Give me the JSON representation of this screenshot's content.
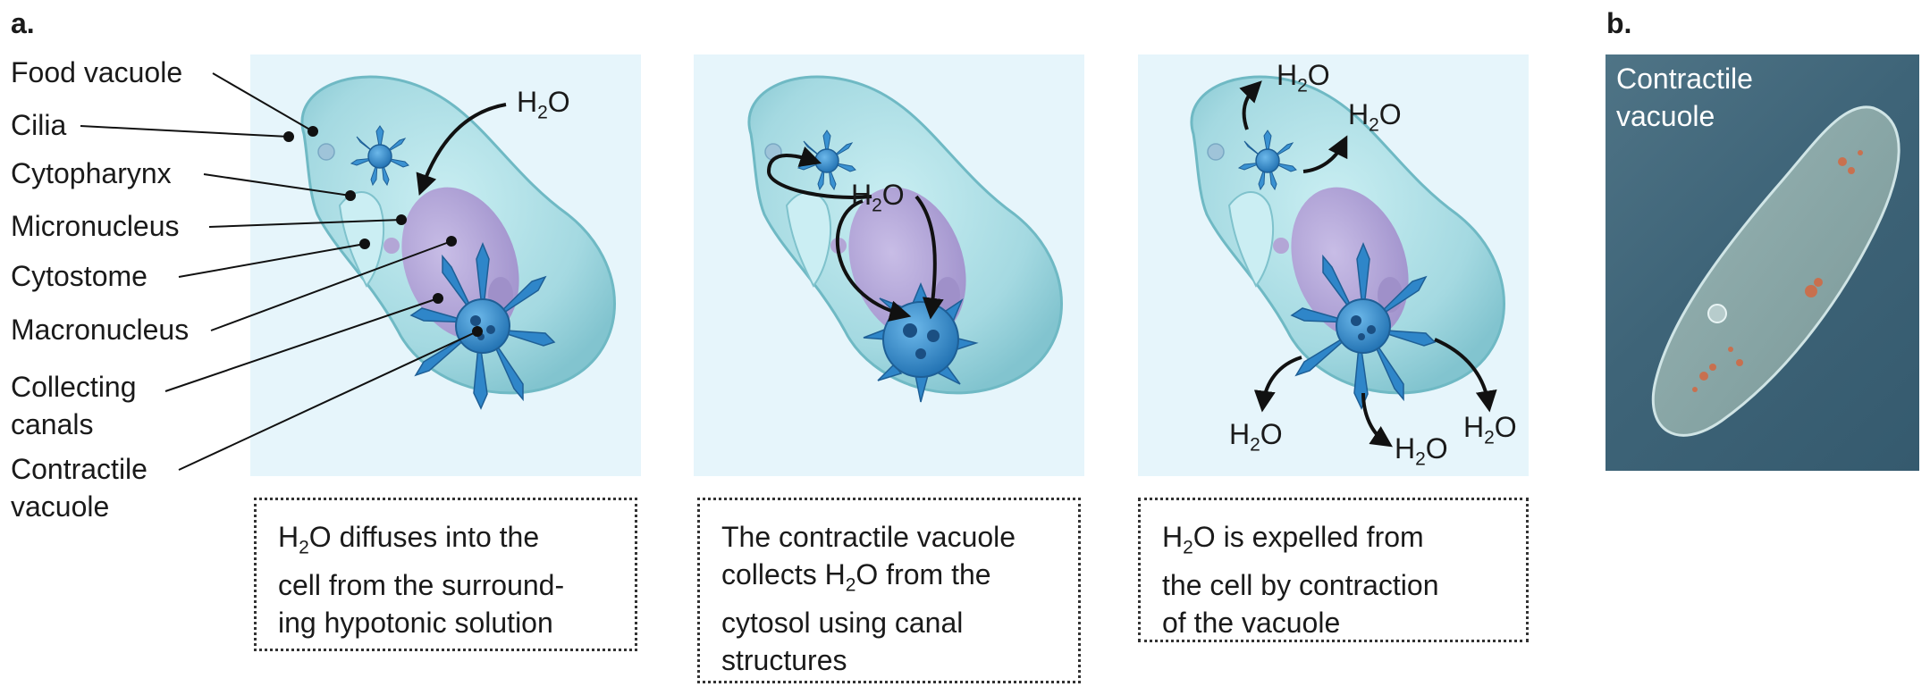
{
  "part_a": "a.",
  "part_b": "b.",
  "structure_labels": {
    "food_vacuole": "Food vacuole",
    "cilia": "Cilia",
    "cytopharynx": "Cytopharynx",
    "micronucleus": "Micronucleus",
    "cytostome": "Cytostome",
    "macronucleus": "Macronucleus",
    "collecting_canals_1": "Collecting",
    "collecting_canals_2": "canals",
    "contractile_vacuole_1": "Contractile",
    "contractile_vacuole_2": "vacuole"
  },
  "water": {
    "h": "H",
    "sub": "2",
    "o": "O"
  },
  "captions": [
    {
      "lines": [
        "diffuses into the",
        "cell from the surround-",
        "ing hypotonic solution"
      ]
    },
    {
      "lines": [
        "The contractile vacuole",
        "collects",
        "from the",
        "cytosol using canal",
        "structures"
      ]
    },
    {
      "lines": [
        "is expelled from",
        "the cell by contraction",
        "of the vacuole"
      ]
    }
  ],
  "photo_label": {
    "line1": "Contractile",
    "line2": "vacuole"
  },
  "colors": {
    "cell_fill": "#a9dde5",
    "cell_edge": "#6fb9c4",
    "macronucleus": "#b3a6d6",
    "vacuole": "#2f86c9",
    "panel_bg": "#e6f5fb"
  }
}
